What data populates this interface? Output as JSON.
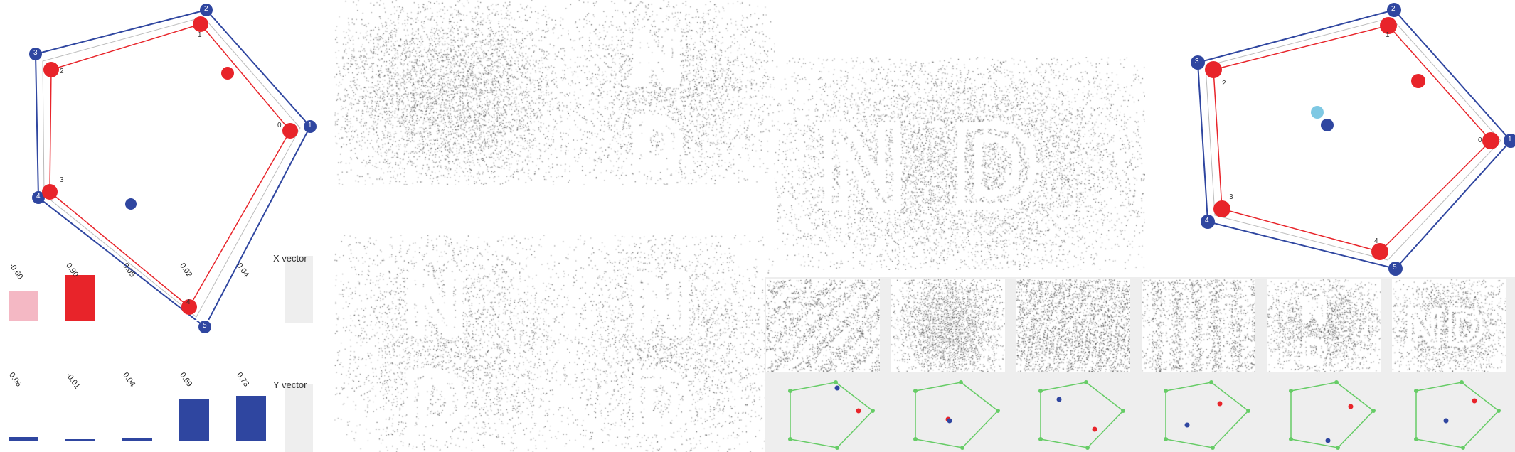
{
  "left_pentagon": {
    "outer_labels": [
      "1",
      "2",
      "3",
      "4",
      "5"
    ],
    "inner_labels": [
      "0",
      "1",
      "2",
      "3",
      "4"
    ]
  },
  "x_vector": {
    "label": "X vector",
    "values": [
      "-0.60",
      "0.90",
      "0.05",
      "0.02",
      "0.04"
    ],
    "colors": [
      "#f4b8c4",
      "#e8242a",
      "#ffffff",
      "#ffffff",
      "#ffffff"
    ],
    "heights": [
      0.6,
      0.9,
      0.0,
      0.0,
      0.0
    ]
  },
  "y_vector": {
    "label": "Y vector",
    "values": [
      "0.06",
      "-0.01",
      "0.04",
      "0.69",
      "0.73"
    ],
    "heights": [
      0.06,
      0.01,
      0.04,
      0.69,
      0.73
    ],
    "color": "#2f46a0"
  },
  "noise_panels": {
    "top_left_letters": "",
    "n_letter": "N",
    "d_letter": "D",
    "wide_letters": "ND"
  },
  "right_pentagon": {
    "outer_labels": [
      "1",
      "2",
      "3",
      "4",
      "5"
    ],
    "inner_labels": [
      "0",
      "1",
      "2",
      "3",
      "4"
    ]
  },
  "thumbnail_strip": {
    "count": 6,
    "letters": [
      "",
      "",
      "",
      "",
      "N D",
      "ND"
    ]
  },
  "colors": {
    "blue": "#2f46a0",
    "red": "#e8242a",
    "light_blue": "#7ec8e3",
    "green": "#66cc66",
    "pink": "#f4b8c4"
  }
}
